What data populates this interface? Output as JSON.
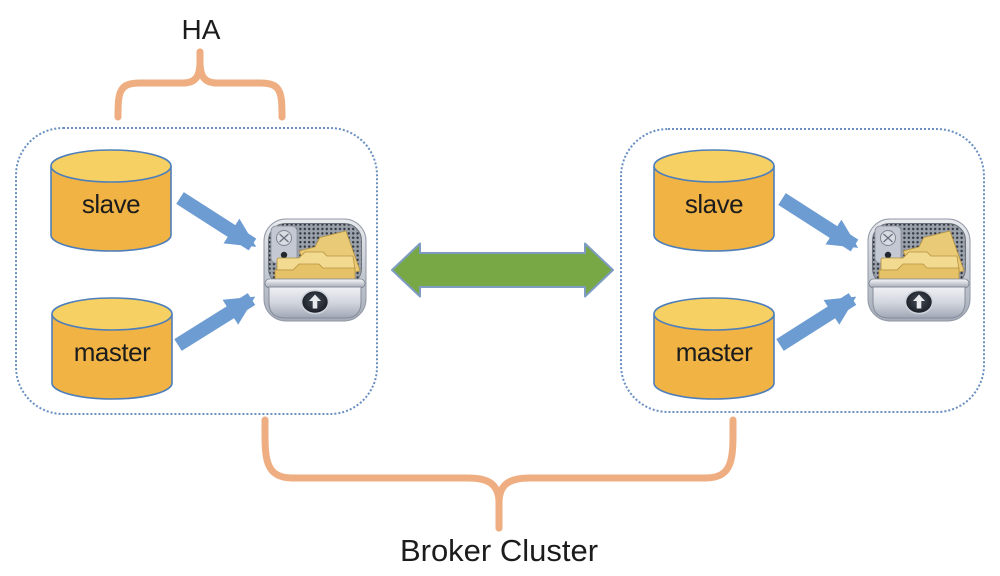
{
  "diagram": {
    "ha_label": "HA",
    "bottom_label": "Broker Cluster",
    "left_cluster": {
      "slave_label": "slave",
      "master_label": "master",
      "broker_icon": "file-drawer-icon"
    },
    "right_cluster": {
      "slave_label": "slave",
      "master_label": "master",
      "broker_icon": "file-drawer-icon"
    }
  },
  "colors": {
    "db_fill": "#F0B344",
    "db_top": "#F7D064",
    "db_stroke": "#4E7FBA",
    "arrow_blue": "#6D9CD3",
    "green_fill": "#77A845",
    "green_stroke": "#7E9CC2",
    "brace": "#EFAE82",
    "text": "#1C1C1C",
    "box_border": "#6A8FC2",
    "background": "#FFFFFF"
  }
}
